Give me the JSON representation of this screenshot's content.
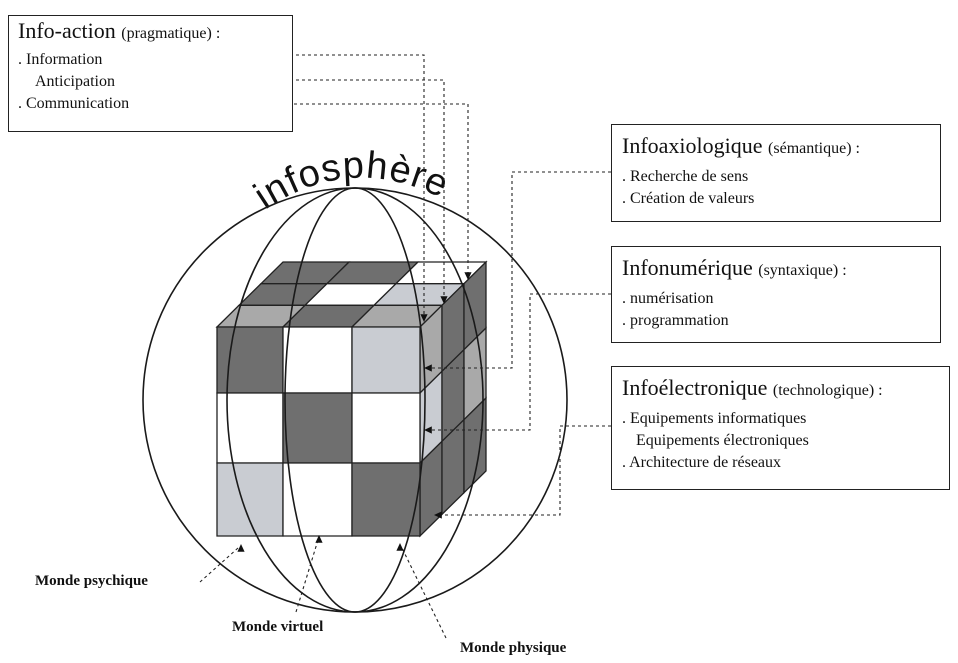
{
  "title_arc": "infosphère",
  "boxes": {
    "info_action": {
      "title": "Info-action",
      "qualifier": "(pragmatique) :",
      "items": [
        ". Information",
        "Anticipation",
        ". Communication"
      ]
    },
    "infoaxiologique": {
      "title": "Infoaxiologique",
      "qualifier": "(sémantique) :",
      "items": [
        ". Recherche de sens",
        ". Création de valeurs"
      ]
    },
    "infonumerique": {
      "title": "Infonumérique",
      "qualifier": "(syntaxique) :",
      "items": [
        ". numérisation",
        ". programmation"
      ]
    },
    "infoelectronique": {
      "title": "Infoélectronique",
      "qualifier": "(technologique) :",
      "items": [
        ". Equipements informatiques",
        "Equipements électroniques",
        ". Architecture de réseaux"
      ]
    }
  },
  "worlds": {
    "psychique": "Monde psychique",
    "virtuel": "Monde virtuel",
    "physique": "Monde physique"
  },
  "colors": {
    "dark": "#6f6f6f",
    "medium": "#a9a9a9",
    "light": "#c9ccd2",
    "white": "#ffffff",
    "line": "#222222"
  }
}
